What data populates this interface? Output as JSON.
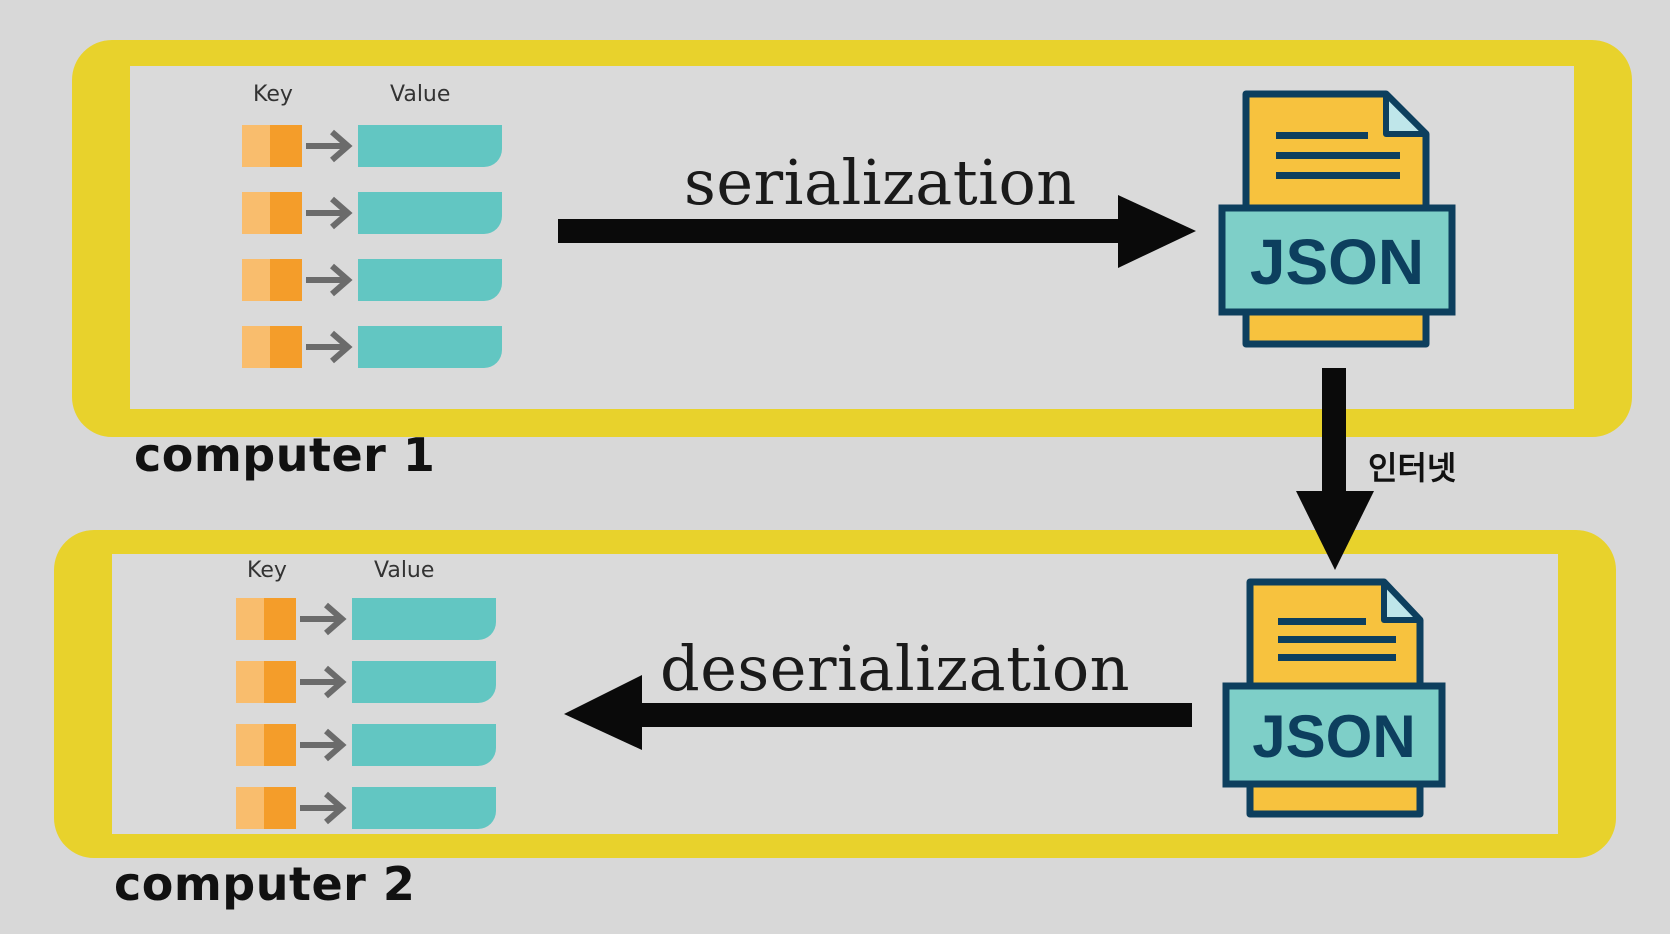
{
  "computer1": {
    "label": "computer 1",
    "key_header": "Key",
    "value_header": "Value",
    "rows": 4
  },
  "computer2": {
    "label": "computer 2",
    "key_header": "Key",
    "value_header": "Value",
    "rows": 4
  },
  "serialization_label": "serialization",
  "deserialization_label": "deserialization",
  "internet_label": "인터넷",
  "json_icon_text": "JSON",
  "colors": {
    "panel_border": "#e8d22c",
    "key_light": "#f9bd6d",
    "key_dark": "#f49d2a",
    "value": "#62c6c2",
    "json_doc": "#f7c23e",
    "json_band": "#7ecfc8",
    "json_outline": "#0d3f5e"
  }
}
